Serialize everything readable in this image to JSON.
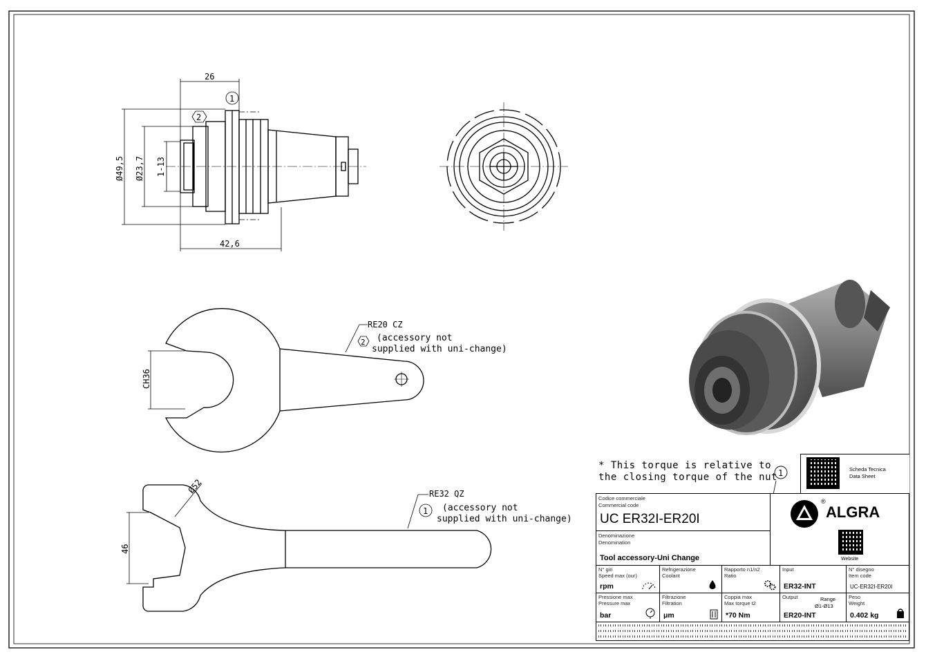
{
  "dimensions": {
    "length_top": "26",
    "marker_1": "1",
    "marker_2": "2",
    "dia_outer": "Ø49,5",
    "dia_inner": "Ø23,7",
    "range": "1-13",
    "length_total": "42,6",
    "ch36": "CH36",
    "dia_52": "Ø52",
    "h_46": "46"
  },
  "wrench_re20": {
    "code": "RE20 CZ",
    "marker": "2",
    "note_line1": "(accessory not",
    "note_line2": "supplied with uni-change)"
  },
  "wrench_re32": {
    "code": "RE32 QZ",
    "marker": "1",
    "note_line1": "(accessory not",
    "note_line2": "supplied with uni-change)"
  },
  "torque_note": {
    "line1": "* This torque is relative to",
    "line2": "the closing torque of the nut",
    "marker": "1"
  },
  "title_block": {
    "datasheet_it": "Scheda Tecnica",
    "datasheet_en": "Data Sheet",
    "brand": "ALGRA",
    "registered": "®",
    "website_label": "Website",
    "commercial_code_it": "Codice commerciale",
    "commercial_code_en": "Commercial code",
    "commercial_code": "UC ER32I-ER20I",
    "denomination_it": "Denominazione",
    "denomination_en": "Denomination",
    "denomination": "Tool accessory-Uni Change",
    "rows": {
      "speed_it": "N° giri",
      "speed_en": "Speed max (our)",
      "speed_val": "rpm",
      "coolant_it": "Refrigerazione",
      "coolant_en": "Coolant",
      "ratio_it": "Rapporto n1/n2",
      "ratio_en": "Ratio",
      "input_it": "Input",
      "input_val": "ER32-INT",
      "drawing_it": "N° disegno",
      "drawing_en": "Item code",
      "drawing_val": "UC-ER32I-ER20I",
      "pressure_it": "Pressione max",
      "pressure_en": "Pressure max",
      "pressure_val": "bar",
      "filter_it": "Filtrazione",
      "filter_en": "Filtration",
      "filter_val": "μm",
      "torque_it": "Coppia max",
      "torque_en": "Max torque t2",
      "torque_val": "*70 Nm",
      "output_it": "Output",
      "output_val": "ER20-INT",
      "range_label": "Range",
      "range_val": "Ø1-Ø13",
      "weight_it": "Peso",
      "weight_en": "Weight",
      "weight_val": "0.402 kg"
    }
  }
}
